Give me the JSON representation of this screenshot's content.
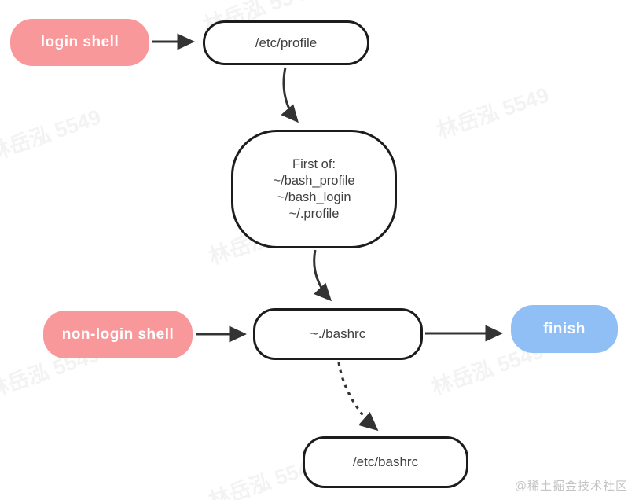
{
  "diagram": {
    "title_implicit": "bash startup files flow",
    "nodes": {
      "login_shell": {
        "label": "login shell"
      },
      "etc_profile": {
        "label": "/etc/profile"
      },
      "first_of": {
        "lines": [
          "First of:",
          "~/bash_profile",
          "~/bash_login",
          "~/.profile"
        ]
      },
      "non_login_shell": {
        "label": "non-login shell"
      },
      "bashrc": {
        "label": "~./bashrc"
      },
      "finish": {
        "label": "finish"
      },
      "etc_bashrc": {
        "label": "/etc/bashrc"
      }
    },
    "edges": [
      {
        "from": "login_shell",
        "to": "etc_profile",
        "style": "solid"
      },
      {
        "from": "etc_profile",
        "to": "first_of",
        "style": "solid"
      },
      {
        "from": "first_of",
        "to": "bashrc",
        "style": "solid"
      },
      {
        "from": "non_login_shell",
        "to": "bashrc",
        "style": "solid"
      },
      {
        "from": "bashrc",
        "to": "finish",
        "style": "solid"
      },
      {
        "from": "bashrc",
        "to": "etc_bashrc",
        "style": "dashed"
      }
    ],
    "colors": {
      "terminal_pink": "#F9989B",
      "terminal_blue": "#90BFF5",
      "node_border": "#1c1c1c",
      "arrow": "#333333",
      "node_text": "#3f3f3f",
      "terminal_text": "#ffffff"
    },
    "watermark_text": "林岳泓 5549",
    "credit": "@稀土掘金技术社区"
  }
}
